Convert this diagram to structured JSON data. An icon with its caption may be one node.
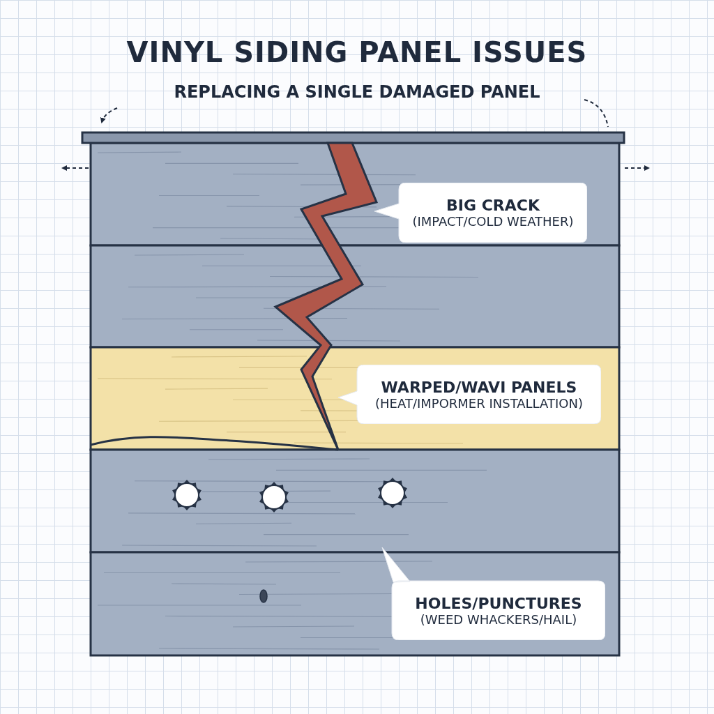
{
  "diagram": {
    "title": "VINYL SIDING PANEL ISSUES",
    "nodes": [
      {
        "text": [
          "BIG CRACK",
          "(IMPACT/COLD WEATHER)"
        ]
      },
      {
        "text": [
          "WARPED/WAVI PANELS",
          "(HEAT/IMPORMER INSTALLATION)"
        ]
      },
      {
        "text": [
          "HOLES/PUNCTURES",
          "(WEED WHACKERS/HAIL)"
        ]
      }
    ],
    "edges": [],
    "labels": [
      "REPLACING A SINGLE DAMAGED PANEL"
    ]
  }
}
